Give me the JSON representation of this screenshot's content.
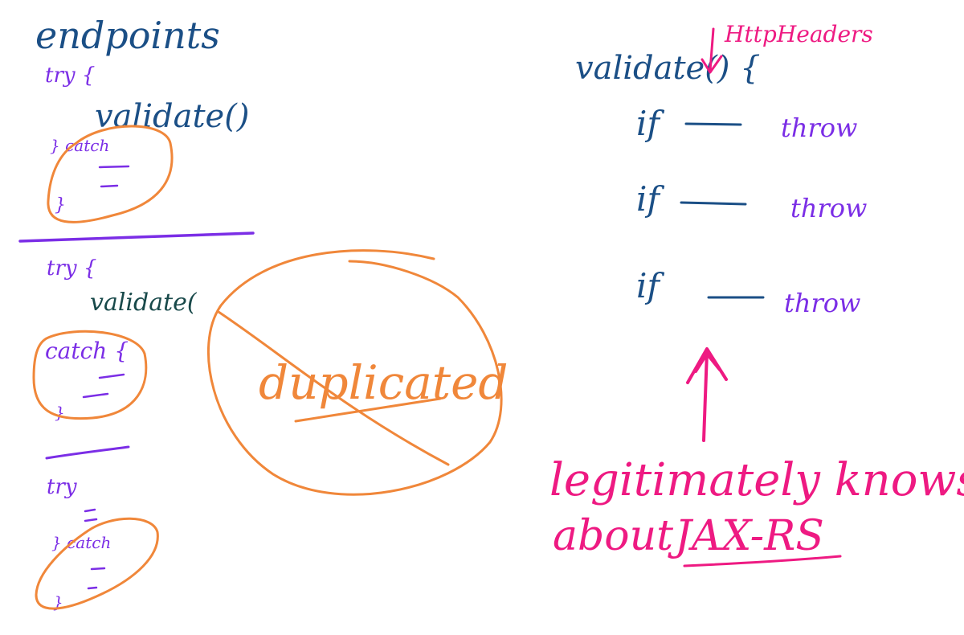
{
  "colors": {
    "navy": "#1b4f86",
    "purple": "#7b2ee6",
    "orange": "#f0873a",
    "magenta": "#ee1a82",
    "teal": "#18494a"
  },
  "left": {
    "heading": "endpoints",
    "block1": {
      "try": "try {",
      "call": "validate()",
      "catch": "} catch",
      "close": "}"
    },
    "block2": {
      "try": "try {",
      "call": "validate(",
      "catch": "catch {",
      "close": "}"
    },
    "block3": {
      "try": "try",
      "catch": "} catch",
      "close": "}"
    }
  },
  "middle": {
    "label": "duplicated"
  },
  "right": {
    "method": "validate() {",
    "param_note": "HttpHeaders",
    "rows": [
      {
        "keyword": "if",
        "action": "throw"
      },
      {
        "keyword": "if",
        "action": "throw"
      },
      {
        "keyword": "if",
        "action": "throw"
      }
    ],
    "note_line1": "legitimately knows",
    "note_line2_prefix": "about",
    "note_line2_emph": "JAX-RS"
  }
}
